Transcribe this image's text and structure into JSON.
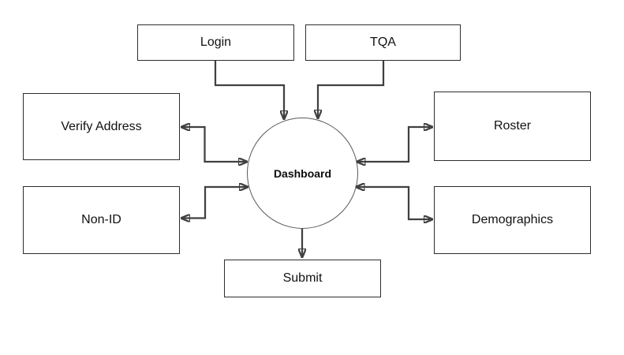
{
  "diagram": {
    "type": "flowchart",
    "background": "#ffffff",
    "hub": {
      "label": "Dashboard",
      "shape": "circle"
    },
    "nodes": {
      "login": {
        "label": "Login",
        "shape": "rectangle",
        "position": "top-left"
      },
      "tqa": {
        "label": "TQA",
        "shape": "rectangle",
        "position": "top-right"
      },
      "verify_address": {
        "label": "Verify Address",
        "shape": "rectangle",
        "position": "left-upper"
      },
      "roster": {
        "label": "Roster",
        "shape": "rectangle",
        "position": "right-upper"
      },
      "non_id": {
        "label": "Non-ID",
        "shape": "rectangle",
        "position": "left-lower"
      },
      "demographics": {
        "label": "Demographics",
        "shape": "rectangle",
        "position": "right-lower"
      },
      "submit": {
        "label": "Submit",
        "shape": "rectangle",
        "position": "bottom"
      }
    },
    "edges": [
      {
        "from": "Login",
        "to": "Dashboard",
        "arrows": "one-way"
      },
      {
        "from": "TQA",
        "to": "Dashboard",
        "arrows": "one-way"
      },
      {
        "from": "Dashboard",
        "to": "Verify Address",
        "arrows": "two-way"
      },
      {
        "from": "Dashboard",
        "to": "Roster",
        "arrows": "two-way"
      },
      {
        "from": "Dashboard",
        "to": "Non-ID",
        "arrows": "two-way"
      },
      {
        "from": "Dashboard",
        "to": "Demographics",
        "arrows": "two-way"
      },
      {
        "from": "Dashboard",
        "to": "Submit",
        "arrows": "one-way"
      }
    ],
    "colors": {
      "box_border": "#2d2d2d",
      "circle_border": "#595959",
      "connector": "#404040",
      "text": "#111111",
      "background": "#ffffff"
    }
  }
}
